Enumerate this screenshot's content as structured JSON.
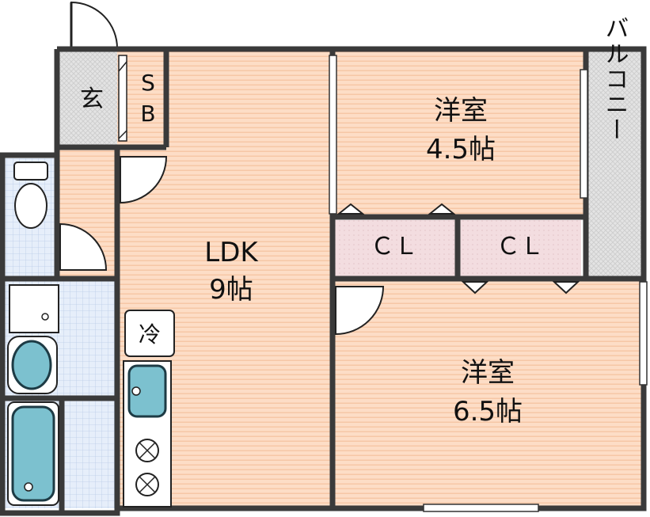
{
  "rooms": {
    "genkan": {
      "label": "玄"
    },
    "sb": {
      "label_top": "S",
      "label_bottom": "B"
    },
    "ldk": {
      "name": "LDK",
      "size": "9帖"
    },
    "western1": {
      "name": "洋室",
      "size": "4.5帖"
    },
    "western2": {
      "name": "洋室",
      "size": "6.5帖"
    },
    "closet1": {
      "label": "ＣＬ"
    },
    "closet2": {
      "label": "ＣＬ"
    },
    "balcony": {
      "label": "バルコニー"
    },
    "fridge": {
      "label": "冷"
    }
  },
  "colors": {
    "floor_wood": "#FDDDC6",
    "floor_stripe": "#F6C7A6",
    "closet": "#F3DDE0",
    "balcony_tile": "#E3E3E3",
    "wet_area_tile": "#E6EEFA",
    "fixture_fill": "#7CC1CF",
    "wall": "#3A3A3A"
  }
}
